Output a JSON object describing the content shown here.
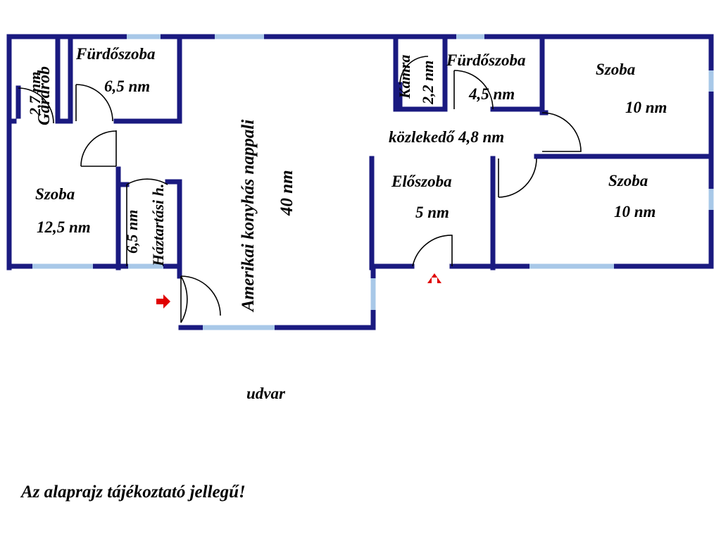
{
  "colors": {
    "wall": "#1a1a80",
    "window": "#a8c8e8",
    "door": "#000000",
    "entrance_arrow": "#e00000",
    "text": "#000000"
  },
  "rooms": {
    "gardrob_name": "Gardrób",
    "gardrob_area": "2,7 nm",
    "bath1_name": "Fürdőszoba",
    "bath1_area": "6,5 nm",
    "living_name": "Amerikai konyhás nappali",
    "living_area": "40 nm",
    "room1_name": "Szoba",
    "room1_area": "12,5 nm",
    "utility_name": "Háztartási h.",
    "utility_area": "6,5 nm",
    "pantry_name": "Kamra",
    "pantry_area": "2,2 nm",
    "bath2_name": "Fürdőszoba",
    "bath2_area": "4,5 nm",
    "room2_name": "Szoba",
    "room2_area": "10 nm",
    "corridor": "közlekedő 4,8 nm",
    "hall_name": "Előszoba",
    "hall_area": "5 nm",
    "room3_name": "Szoba",
    "room3_area": "10 nm"
  },
  "yard": "udvar",
  "disclaimer": "Az alaprajz tájékoztató jellegű!",
  "icons": {
    "entrance_left": "arrow-right-icon",
    "entrance_right": "arrow-up-icon"
  }
}
